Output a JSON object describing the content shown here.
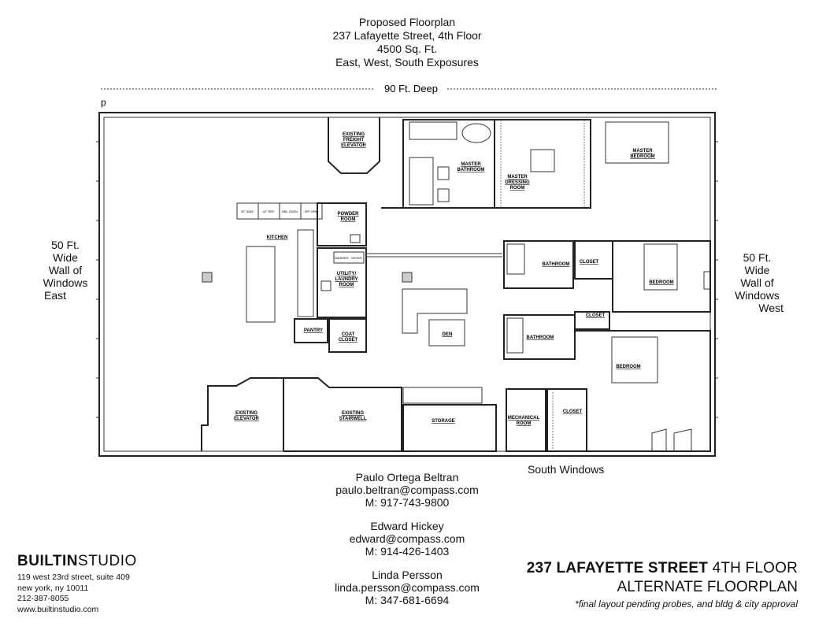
{
  "header": {
    "line1": "Proposed Floorplan",
    "line2": "237 Lafayette Street, 4th Floor",
    "line3": "4500 Sq. Ft.",
    "line4": "East, West, South Exposures"
  },
  "dimension_label": "90 Ft. Deep",
  "corner_mark": "p",
  "east_label": [
    "50 Ft.",
    "Wide",
    "Wall of",
    "Windows",
    "East"
  ],
  "west_label": [
    "50 Ft.",
    "Wide",
    "Wall of",
    "Windows",
    "West"
  ],
  "south_label": "South Windows",
  "rooms": {
    "freight": [
      "EXISTING",
      "FREIGHT",
      "ELEVATOR"
    ],
    "master_bath": [
      "MASTER",
      "BATHROOM"
    ],
    "master_dressing": [
      "MASTER",
      "DRESSING",
      "ROOM"
    ],
    "master_bedroom": [
      "MASTER",
      "BEDROOM"
    ],
    "powder": [
      "POWDER",
      "ROOM"
    ],
    "kitchen": "KITCHEN",
    "utility": [
      "UTILITY/",
      "LAUNDRY",
      "ROOM"
    ],
    "washer_dryer": [
      "WASHER",
      "DRYER"
    ],
    "pantry": "PANTRY",
    "coat": [
      "COAT",
      "CLOSET"
    ],
    "den": "DEN",
    "bathroom_a": "BATHROOM",
    "closet_a": "CLOSET",
    "bedroom_a": "BEDROOM",
    "bathroom_b": "BATHROOM",
    "closet_b": "CLOSET",
    "bedroom_b": "BEDROOM",
    "existing_elevator": [
      "EXISTING",
      "ELEVATOR"
    ],
    "existing_stairwell": [
      "EXISTING",
      "STAIRWELL"
    ],
    "storage": "STORAGE",
    "mechanical": [
      "MECHANICAL",
      "ROOM"
    ],
    "closet_c": "CLOSET",
    "appliances": [
      "30\" W&E",
      "42\" REF",
      "DBL OVEN",
      "4FP GRB"
    ]
  },
  "contacts": [
    {
      "name": "Paulo Ortega Beltran",
      "email": "paulo.beltran@compass.com",
      "phone": "M: 917-743-9800"
    },
    {
      "name": "Edward Hickey",
      "email": "edward@compass.com",
      "phone": "M: 914-426-1403"
    },
    {
      "name": "Linda Persson",
      "email": "linda.persson@compass.com",
      "phone": "M: 347-681-6694"
    }
  ],
  "brand": {
    "bold": "BUILTIN",
    "light": "STUDIO",
    "address_lines": [
      "119 west 23rd street, suite 409",
      "new york, ny 10011",
      "212-387-8055",
      "www.builtinstudio.com"
    ]
  },
  "title_block": {
    "line1_bold": "237 LAFAYETTE STREET",
    "line1_light": " 4TH FLOOR",
    "line2": "ALTERNATE FLOORPLAN",
    "line3": "*final layout pending probes, and bldg & city approval"
  }
}
